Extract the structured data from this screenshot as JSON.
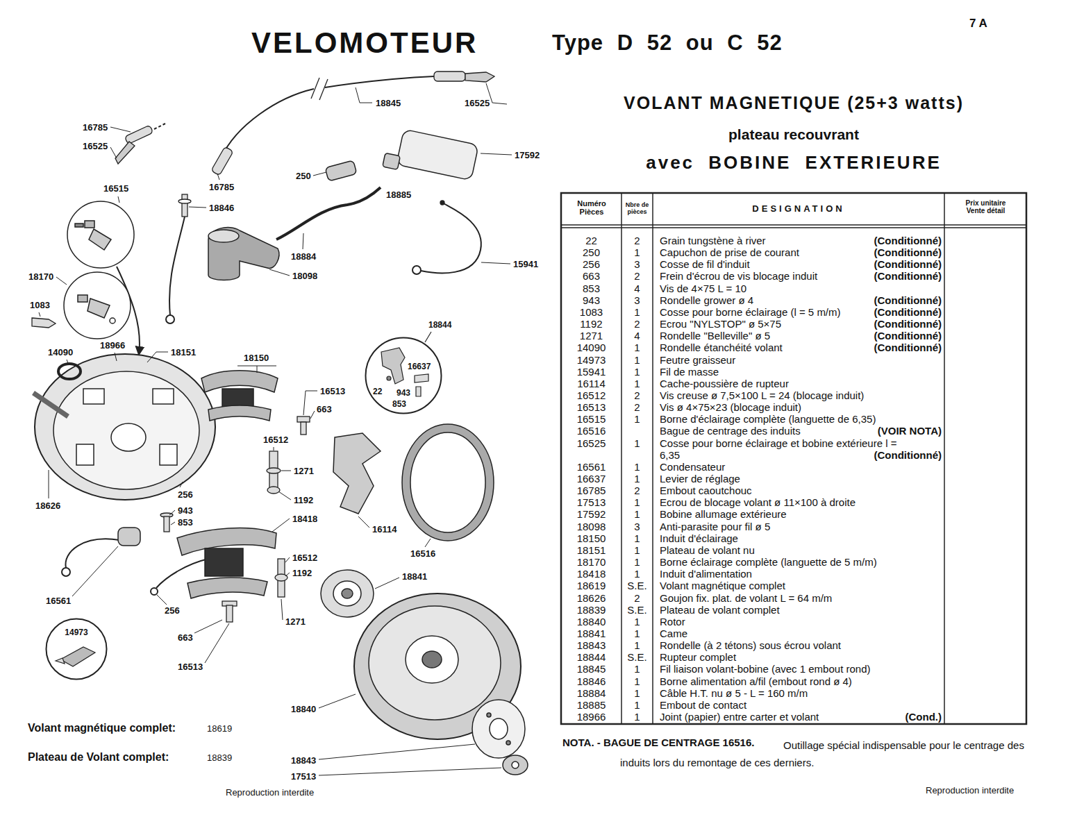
{
  "diagram": {
    "title": "VELOMOTEUR",
    "nodes": [
      {
        "text": [
          "18844",
          "16637",
          "22",
          "943",
          "853"
        ]
      },
      {
        "text": [
          "14973"
        ]
      }
    ],
    "labels": [
      "7 A",
      "Type D 52 ou C 52",
      "VOLANT MAGNETIQUE (25+3 watts)",
      "plateau recouvrant",
      "avec BOBINE EXTERIEURE",
      "Numéro Pièces",
      "Nbre de pièces",
      "DESIGNATION",
      "Prix unitaire Vente détail",
      "22",
      "2",
      "Grain tungstène à river",
      "(Conditionné)",
      "250",
      "1",
      "Capuchon de prise de courant",
      "(Conditionné)",
      "256",
      "3",
      "Cosse de fil d'induit",
      "(Conditionné)",
      "663",
      "2",
      "Frein d'écrou de vis blocage induit",
      "(Conditionné)",
      "853",
      "4",
      "Vis de 4×75 L = 10",
      "943",
      "3",
      "Rondelle grower ø 4",
      "(Conditionné)",
      "1083",
      "1",
      "Cosse pour borne éclairage (l = 5 m/m)",
      "(Conditionné)",
      "1192",
      "2",
      "Ecrou \"NYLSTOP\" ø 5×75",
      "(Conditionné)",
      "1271",
      "4",
      "Rondelle \"Belleville\" ø 5",
      "(Conditionné)",
      "14090",
      "1",
      "Rondelle étanchéité volant",
      "(Conditionné)",
      "14973",
      "1",
      "Feutre graisseur",
      "15941",
      "1",
      "Fil de masse",
      "16114",
      "1",
      "Cache-poussière de rupteur",
      "16512",
      "2",
      "Vis creuse ø 7,5×100 L = 24 (blocage induit)",
      "16513",
      "2",
      "Vis ø 4×75×23 (blocage induit)",
      "16515",
      "1",
      "Borne d'éclairage complète (languette de 6,35)",
      "16516",
      "Bague de centrage des induits",
      "(VOIR NOTA)",
      "16525",
      "1",
      "Cosse pour borne éclairage et bobine extérieure l = 6,35",
      "(Conditionné)",
      "16561",
      "1",
      "Condensateur",
      "16637",
      "1",
      "Levier de réglage",
      "16785",
      "2",
      "Embout caoutchouc",
      "17513",
      "1",
      "Ecrou de blocage volant ø 11×100 à droite",
      "17592",
      "1",
      "Bobine allumage extérieure",
      "18098",
      "3",
      "Anti-parasite pour fil ø 5",
      "18150",
      "1",
      "Induit d'éclairage",
      "18151",
      "1",
      "Plateau de volant nu",
      "18170",
      "1",
      "Borne éclairage complète (languette de 5 m/m)",
      "18418",
      "1",
      "Induit d'alimentation",
      "18619",
      "S.E.",
      "Volant magnétique complet",
      "18626",
      "2",
      "Goujon fix. plat. de volant L = 64 m/m",
      "18839",
      "S.E.",
      "Plateau de volant complet",
      "18840",
      "1",
      "Rotor",
      "18841",
      "1",
      "Came",
      "18843",
      "1",
      "Rondelle (à 2 tétons) sous écrou volant",
      "18844",
      "S.E.",
      "Rupteur complet",
      "18845",
      "1",
      "Fil liaison volant-bobine (avec 1 embout rond)",
      "18846",
      "1",
      "Borne alimentation a/fil (embout rond ø 4)",
      "18884",
      "1",
      "Câble H.T. nu ø 5 - L = 160 m/m",
      "18885",
      "1",
      "Embout de contact",
      "18966",
      "1",
      "Joint (papier) entre carter et volant",
      "(Cond.)",
      "NOTA. - BAGUE DE CENTRAGE 16516.",
      "Outillage spécial indispensable pour le centrage des induits lors du remontage de ces derniers.",
      "Reproduction interdite",
      "Volant magnétique complet:",
      "18619",
      "Plateau de Volant complet:",
      "18839",
      "Reproduction interdite",
      "18845",
      "16525",
      "16785",
      "16525",
      "16515",
      "16785",
      "250",
      "17592",
      "18846",
      "18885",
      "18884",
      "15941",
      "18098",
      "18170",
      "1083",
      "14090",
      "18966",
      "18151",
      "18150",
      "16513",
      "663",
      "16512",
      "1271",
      "1192",
      "18626",
      "256",
      "943",
      "853",
      "18418",
      "16114",
      "16516",
      "16512",
      "1192",
      "18841",
      "16561",
      "256",
      "1271",
      "663",
      "16513",
      "18840",
      "18843",
      "17513"
    ]
  }
}
